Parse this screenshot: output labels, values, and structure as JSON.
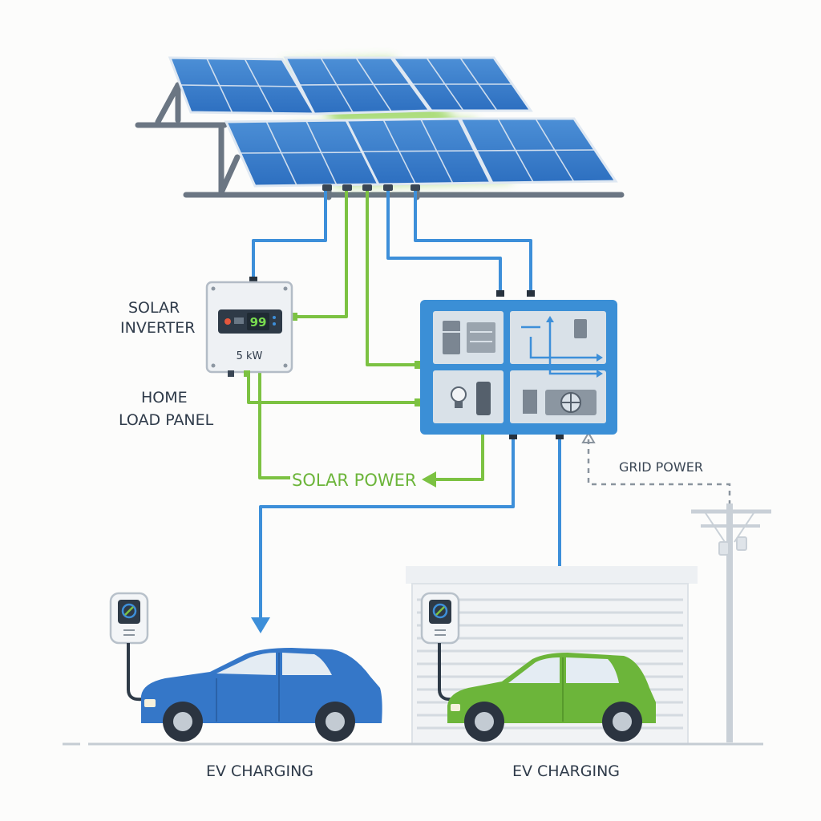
{
  "labels": {
    "solar_inverter_line1": "SOLAR",
    "solar_inverter_line2": "INVERTER",
    "home_load_line1": "HOME",
    "home_load_line2": "LOAD PANEL",
    "solar_power": "SOLAR POWER",
    "grid_power": "GRID POWER",
    "ev_charging_left": "EV CHARGING",
    "ev_charging_right": "EV CHARGING"
  },
  "inverter": {
    "display_value": "99",
    "rating": "5 kW"
  },
  "colors": {
    "solar_wire": "#7cc242",
    "grid_wire": "#3d8fd9",
    "panel_frame": "#3b8fd6",
    "left_car": "#3577c8",
    "right_car": "#6cb53a",
    "label_text": "#2f3b4a",
    "solar_label": "#6cb53a"
  },
  "icons": [
    "solar-array-icon",
    "inverter-icon",
    "load-panel-icon",
    "ev-charger-icon",
    "car-icon",
    "garage-icon",
    "utility-pole-icon",
    "lightbulb-icon",
    "refrigerator-icon",
    "fan-icon"
  ]
}
